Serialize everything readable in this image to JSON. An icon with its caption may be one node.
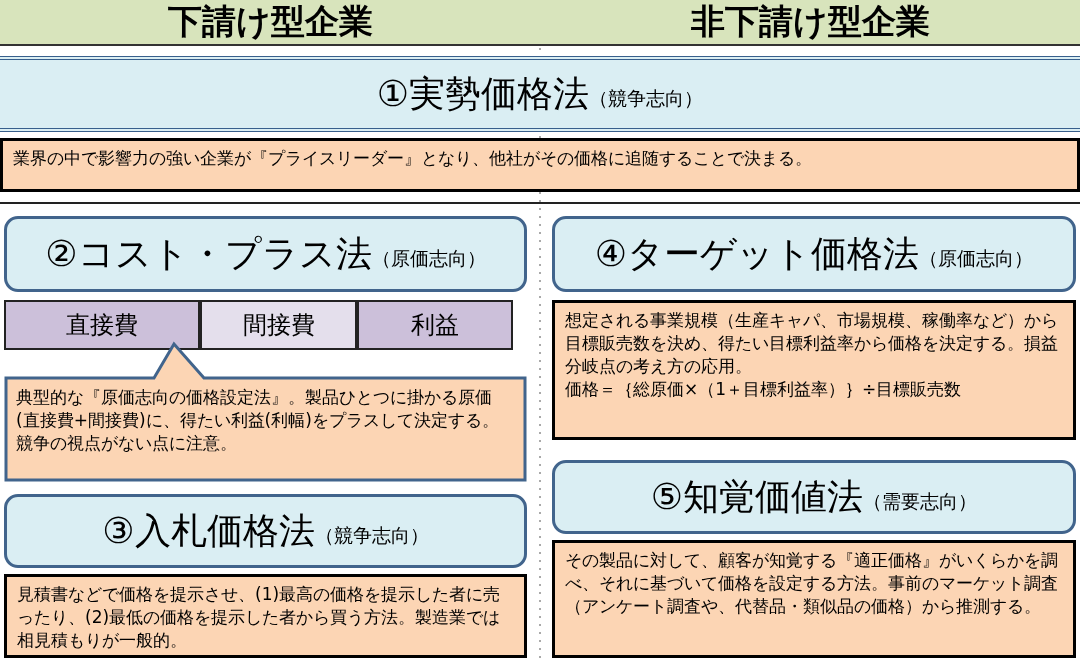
{
  "diagram": {
    "nodes": [
      {
        "text": [
          "下請け型企業"
        ]
      },
      {
        "text": [
          "非下請け型企業"
        ]
      },
      {
        "text": [
          "①実勢価格法",
          "（競争志向）"
        ]
      },
      {
        "text": [
          "業界の中で影響力の強い企業が『プライスリーダー』となり、他社がその価格に追随することで決まる。"
        ]
      },
      {
        "text": [
          "②コスト・プラス法",
          "（原価志向）"
        ]
      },
      {
        "text": [
          "直接費"
        ]
      },
      {
        "text": [
          "間接費"
        ]
      },
      {
        "text": [
          "利益"
        ]
      },
      {
        "text": [
          "典型的な『原価志向の価格設定法』。製品ひとつに掛かる原価(直接費+間接費)に、得たい利益(利幅)をプラスして決定する。競争の視点がない点に注意。"
        ]
      },
      {
        "text": [
          "③入札価格法",
          "（競争志向）"
        ]
      },
      {
        "text": [
          "見積書などで価格を提示させ、(1)最高の価格を提示した者に売ったり、(2)最低の価格を提示した者から買う方法。製造業では相見積もりが一般的。"
        ]
      },
      {
        "text": [
          "④ターゲット価格法",
          "（原価志向）"
        ]
      },
      {
        "text": [
          "想定される事業規模（生産キャパ、市場規模、稼働率など）から目標販売数を決め、得たい目標利益率から価格を決定する。損益分岐点の考え方の応用。",
          "価格＝｛総原価×（1＋目標利益率）｝÷目標販売数"
        ]
      },
      {
        "text": [
          "⑤知覚価値法",
          "（需要志向）"
        ]
      },
      {
        "text": [
          "その製品に対して、顧客が知覚する『適正価格』がいくらかを調べ、それに基づいて価格を設定する方法。事前のマーケット調査（アンケート調査や、代替品・類似品の価格）から推測する。"
        ]
      }
    ]
  }
}
